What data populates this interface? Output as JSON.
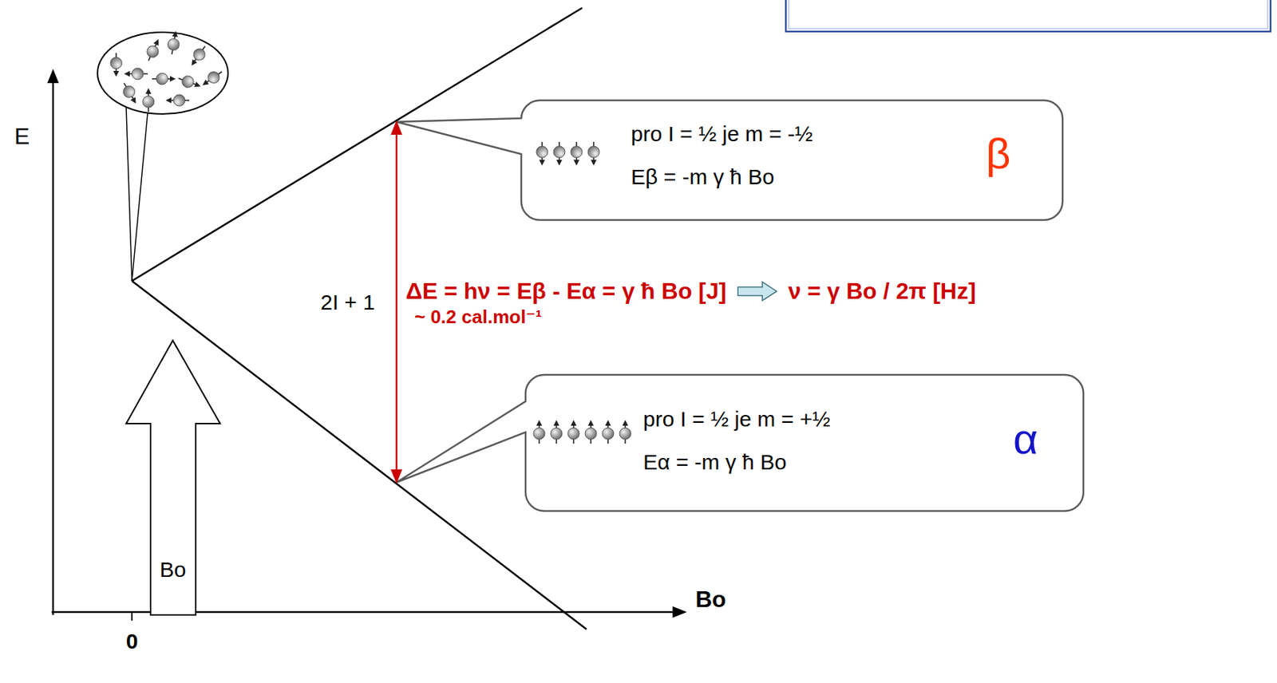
{
  "diagram": {
    "nodes": [
      {
        "text": [
          "pro I = ½ je m = -½",
          "Eβ = -m γ ħ Bo",
          "β"
        ]
      },
      {
        "text": [
          "pro I = ½ je m = +½",
          "Eα = -m γ ħ Bo",
          "α"
        ]
      }
    ],
    "labels": [
      "E",
      "2I + 1",
      "ΔE = hν = Eβ - Eα = γ ħ Bo [J]",
      "ν = γ Bo / 2π [Hz]",
      "~ 0.2 cal.mol⁻¹",
      "Bo",
      "Bo",
      "0"
    ]
  }
}
